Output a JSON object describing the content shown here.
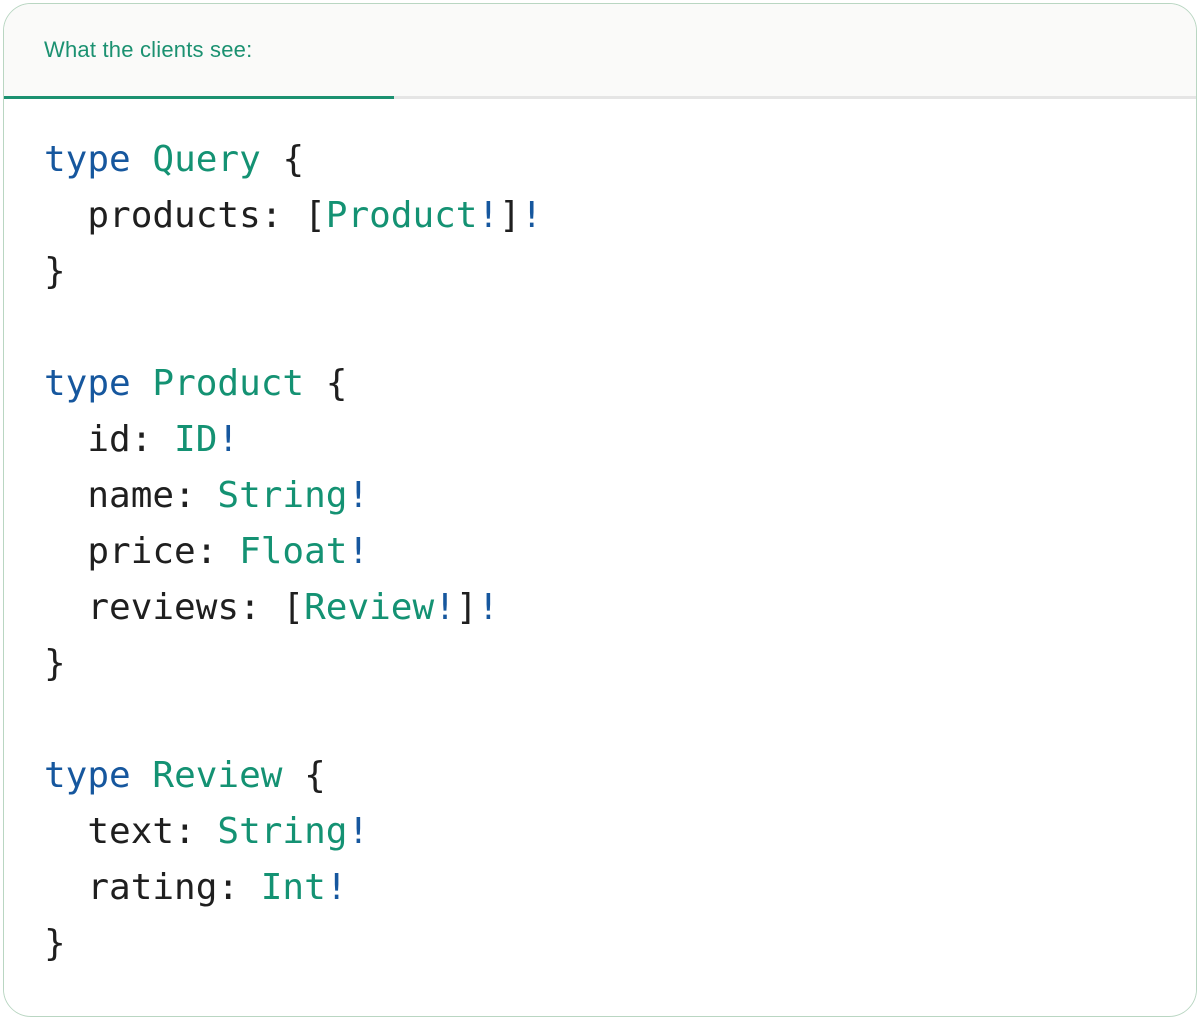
{
  "tab": {
    "label": "What the clients see:"
  },
  "colors": {
    "tab_green": "#1b9171",
    "keyword_blue": "#16579e",
    "type_green": "#149273",
    "ink": "#1f1f1f",
    "divider_gray": "#e5e5e5",
    "card_border": "#b9d6c2",
    "tabbar_bg": "#fafaf9",
    "card_bg": "#ffffff"
  },
  "code": {
    "language": "graphql-sdl",
    "lines": [
      [
        {
          "t": "type",
          "c": "blue"
        },
        {
          "t": " ",
          "c": "ink"
        },
        {
          "t": "Query",
          "c": "green"
        },
        {
          "t": " {",
          "c": "ink"
        }
      ],
      [
        {
          "t": "  products: [",
          "c": "ink"
        },
        {
          "t": "Product",
          "c": "green"
        },
        {
          "t": "!",
          "c": "blue"
        },
        {
          "t": "]",
          "c": "ink"
        },
        {
          "t": "!",
          "c": "blue"
        }
      ],
      [
        {
          "t": "}",
          "c": "ink"
        }
      ],
      [],
      [
        {
          "t": "type",
          "c": "blue"
        },
        {
          "t": " ",
          "c": "ink"
        },
        {
          "t": "Product",
          "c": "green"
        },
        {
          "t": " {",
          "c": "ink"
        }
      ],
      [
        {
          "t": "  id: ",
          "c": "ink"
        },
        {
          "t": "ID",
          "c": "green"
        },
        {
          "t": "!",
          "c": "blue"
        }
      ],
      [
        {
          "t": "  name: ",
          "c": "ink"
        },
        {
          "t": "String",
          "c": "green"
        },
        {
          "t": "!",
          "c": "blue"
        }
      ],
      [
        {
          "t": "  price: ",
          "c": "ink"
        },
        {
          "t": "Float",
          "c": "green"
        },
        {
          "t": "!",
          "c": "blue"
        }
      ],
      [
        {
          "t": "  reviews: [",
          "c": "ink"
        },
        {
          "t": "Review",
          "c": "green"
        },
        {
          "t": "!",
          "c": "blue"
        },
        {
          "t": "]",
          "c": "ink"
        },
        {
          "t": "!",
          "c": "blue"
        }
      ],
      [
        {
          "t": "}",
          "c": "ink"
        }
      ],
      [],
      [
        {
          "t": "type",
          "c": "blue"
        },
        {
          "t": " ",
          "c": "ink"
        },
        {
          "t": "Review",
          "c": "green"
        },
        {
          "t": " {",
          "c": "ink"
        }
      ],
      [
        {
          "t": "  text: ",
          "c": "ink"
        },
        {
          "t": "String",
          "c": "green"
        },
        {
          "t": "!",
          "c": "blue"
        }
      ],
      [
        {
          "t": "  rating: ",
          "c": "ink"
        },
        {
          "t": "Int",
          "c": "green"
        },
        {
          "t": "!",
          "c": "blue"
        }
      ],
      [
        {
          "t": "}",
          "c": "ink"
        }
      ]
    ]
  }
}
